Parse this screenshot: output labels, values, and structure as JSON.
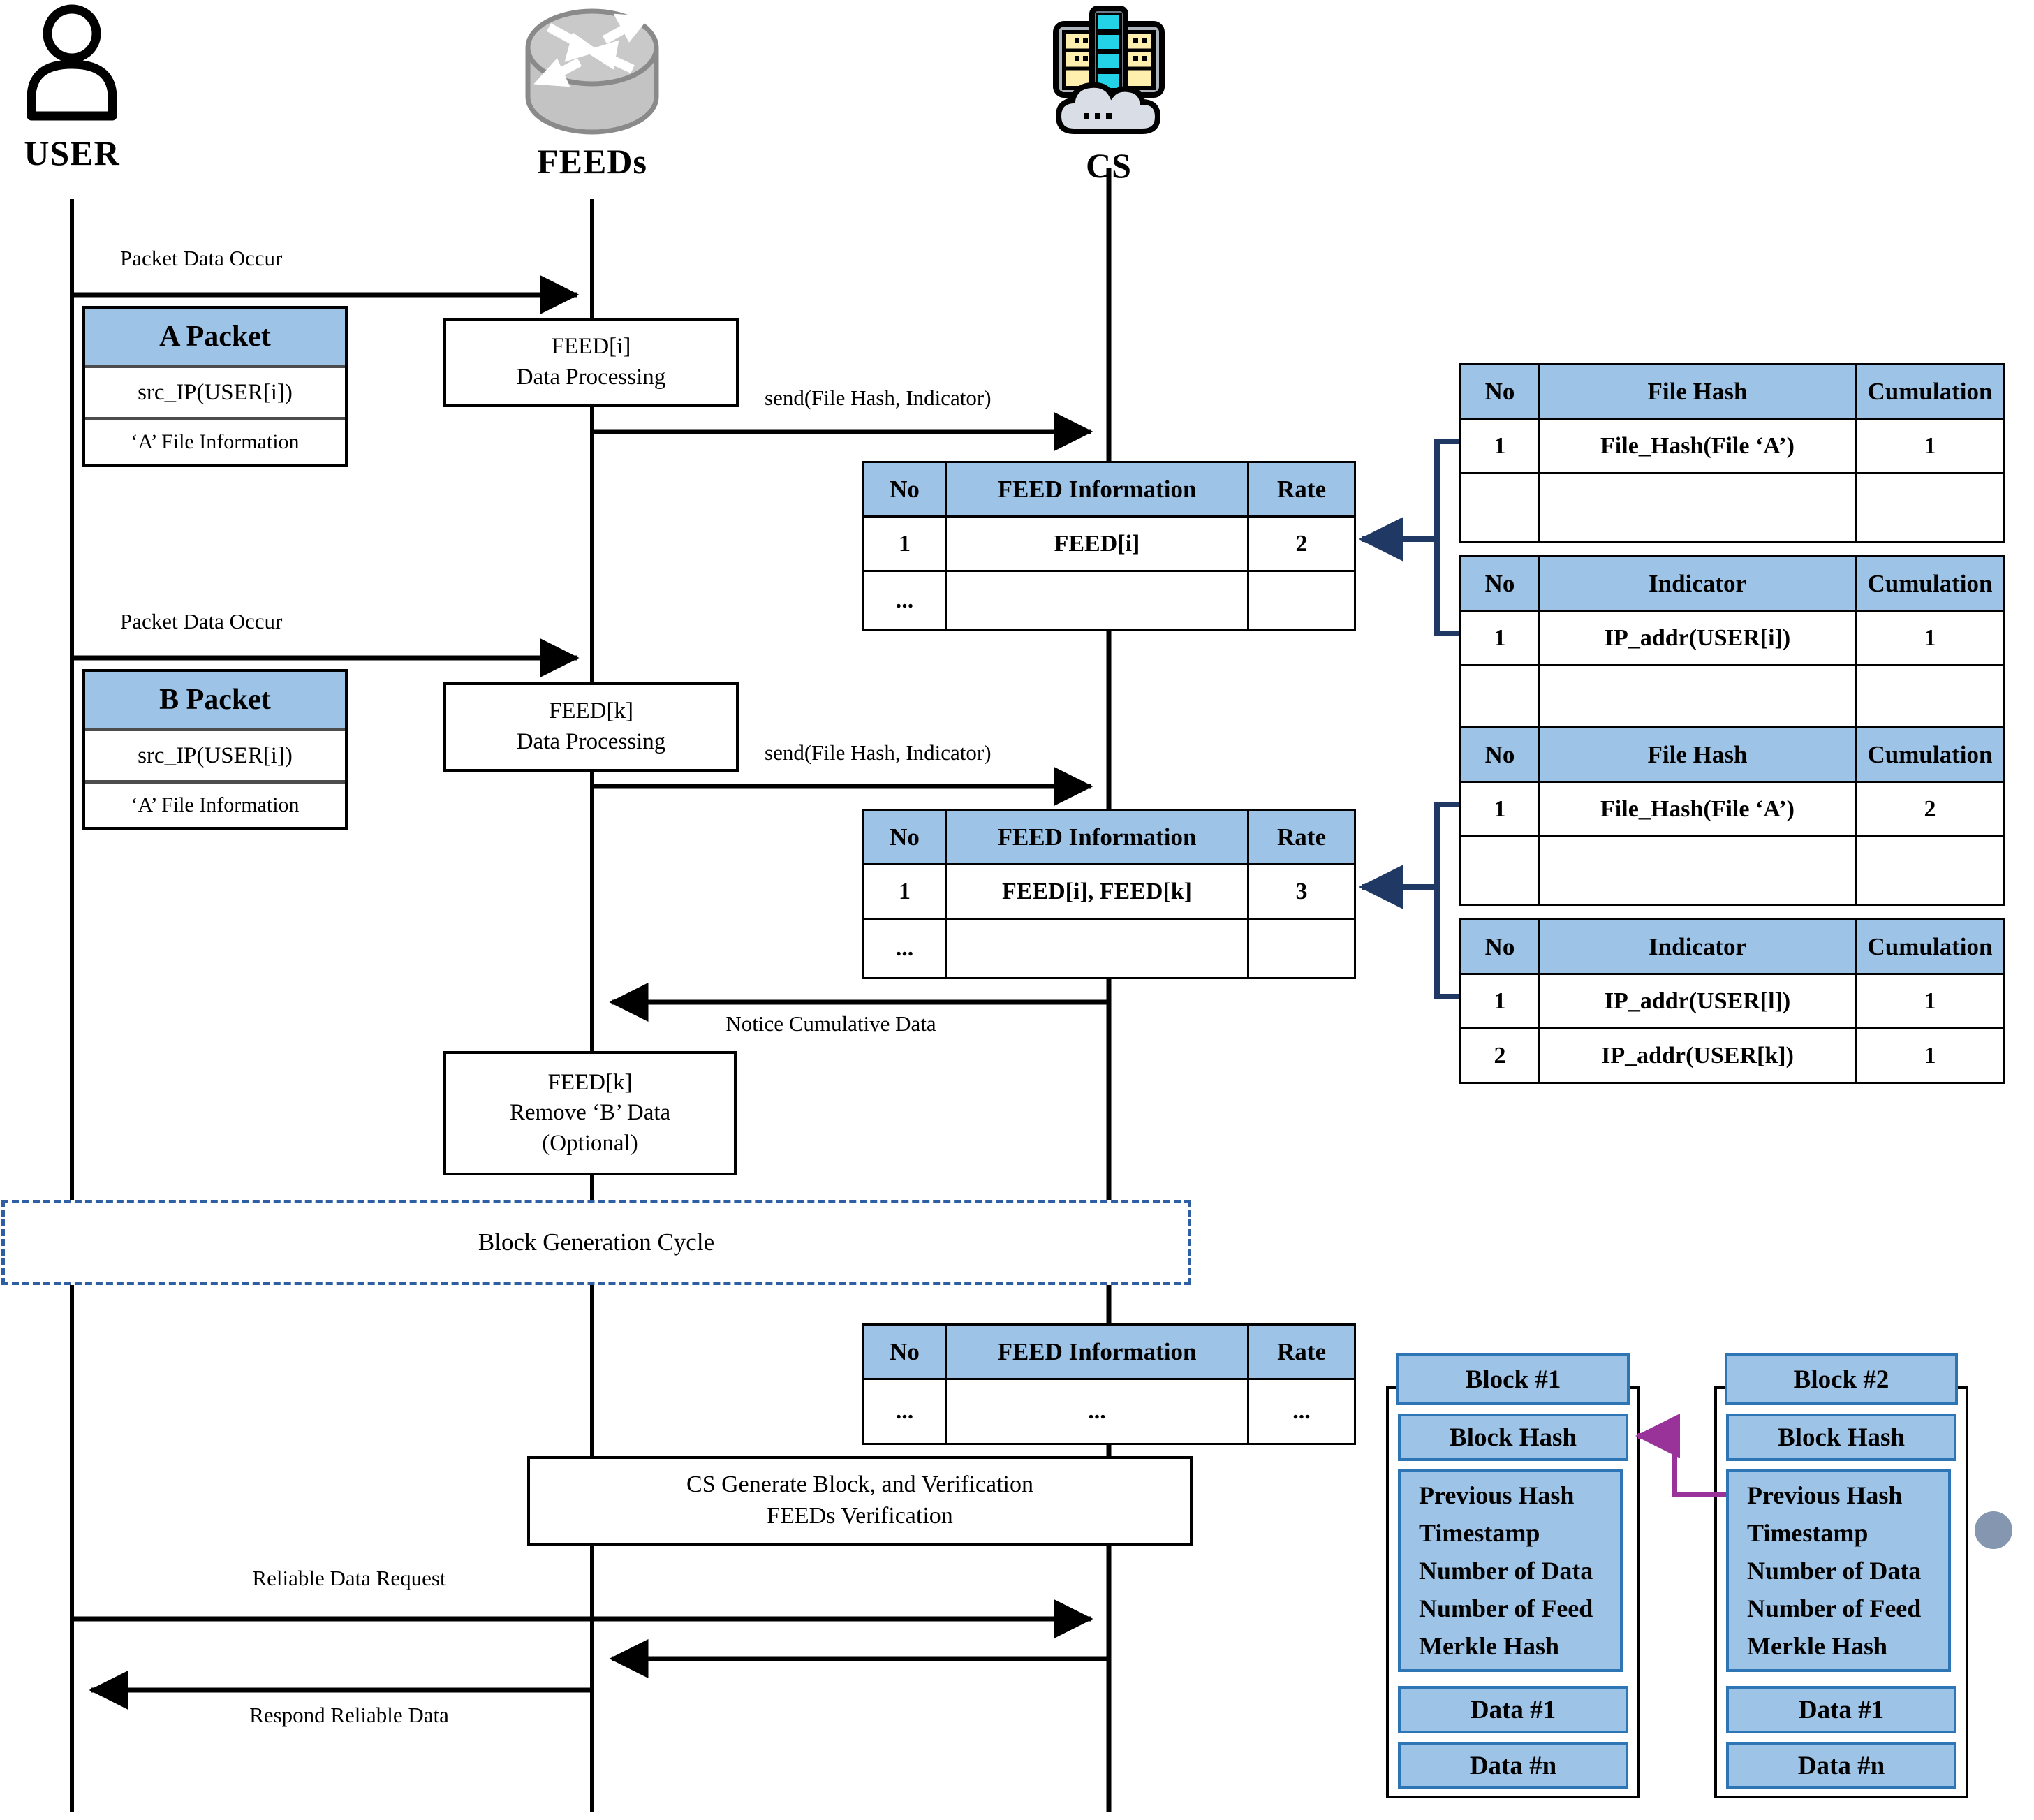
{
  "actors": {
    "user": {
      "label": "USER",
      "icon": "person-icon"
    },
    "feeds": {
      "label": "FEEDs",
      "icon": "router-icon"
    },
    "cs": {
      "label": "CS",
      "icon": "cloud-server-icon"
    }
  },
  "messages": {
    "packet1": "Packet Data Occur",
    "packet2": "Packet Data Occur",
    "send1": "send(File Hash, Indicator)",
    "send2": "send(File Hash, Indicator)",
    "notice": "Notice Cumulative Data",
    "request": "Reliable Data Request",
    "respond": "Respond Reliable Data"
  },
  "packets": {
    "a": {
      "title": "A Packet",
      "src": "src_IP(USER[i])",
      "info": "‘A’ File Information"
    },
    "b": {
      "title": "B Packet",
      "src": "src_IP(USER[i])",
      "info": "‘A’ File Information"
    }
  },
  "boxes": {
    "feed_i": {
      "line1": "FEED[i]",
      "line2": "Data Processing"
    },
    "feed_k": {
      "line1": "FEED[k]",
      "line2": "Data Processing"
    },
    "remove": {
      "line1": "FEED[k]",
      "line2": "Remove ‘B’ Data",
      "line3": "(Optional)"
    },
    "cycle": "Block Generation Cycle",
    "generate": {
      "line1": "CS Generate Block, and Verification",
      "line2": "FEEDs Verification"
    }
  },
  "tables": {
    "feed1": {
      "headers": [
        "No",
        "FEED Information",
        "Rate"
      ],
      "rows": [
        [
          "1",
          "FEED[i]",
          "2"
        ],
        [
          "...",
          "",
          ""
        ]
      ]
    },
    "feed2": {
      "headers": [
        "No",
        "FEED Information",
        "Rate"
      ],
      "rows": [
        [
          "1",
          "FEED[i], FEED[k]",
          "3"
        ],
        [
          "...",
          "",
          ""
        ]
      ]
    },
    "feed3": {
      "headers": [
        "No",
        "FEED Information",
        "Rate"
      ],
      "rows": [
        [
          "...",
          "...",
          "..."
        ]
      ]
    },
    "hash1": {
      "headers": [
        "No",
        "File Hash",
        "Cumulation"
      ],
      "rows": [
        [
          "1",
          "File_Hash(File ‘A’)",
          "1"
        ],
        [
          "",
          "",
          ""
        ]
      ]
    },
    "ind1": {
      "headers": [
        "No",
        "Indicator",
        "Cumulation"
      ],
      "rows": [
        [
          "1",
          "IP_addr(USER[i])",
          "1"
        ],
        [
          "",
          "",
          ""
        ]
      ]
    },
    "hash2": {
      "headers": [
        "No",
        "File Hash",
        "Cumulation"
      ],
      "rows": [
        [
          "1",
          "File_Hash(File ‘A’)",
          "2"
        ],
        [
          "",
          "",
          ""
        ]
      ]
    },
    "ind2": {
      "headers": [
        "No",
        "Indicator",
        "Cumulation"
      ],
      "rows": [
        [
          "1",
          "IP_addr(USER[l])",
          "1"
        ],
        [
          "2",
          "IP_addr(USER[k])",
          "1"
        ]
      ]
    }
  },
  "blocks": {
    "b1": {
      "title": "Block #1",
      "hash": "Block Hash",
      "fields": [
        "Previous Hash",
        "Timestamp",
        "Number of Data",
        "Number of Feed",
        "Merkle Hash"
      ],
      "data1": "Data #1",
      "datan": "Data #n"
    },
    "b2": {
      "title": "Block #2",
      "hash": "Block Hash",
      "fields": [
        "Previous Hash",
        "Timestamp",
        "Number of Data",
        "Number of Feed",
        "Merkle Hash"
      ],
      "data1": "Data #1",
      "datan": "Data #n"
    }
  },
  "colors": {
    "table_header_blue": "#9DC3E6",
    "block_fill_blue": "#9DC3E6",
    "block_border_blue": "#2E75B6",
    "connector_navy": "#1F3864",
    "cycle_dash_blue": "#2E5FA3",
    "link_purple": "#993399",
    "continuation_dot_gray": "#8496B0"
  }
}
